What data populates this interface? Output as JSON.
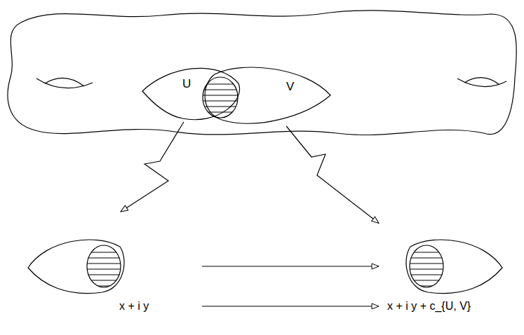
{
  "diagram": {
    "nodes": [
      {
        "text": [
          "U"
        ]
      },
      {
        "text": [
          "V"
        ]
      },
      {
        "text": [
          "x + i y"
        ]
      },
      {
        "text": [
          "x + i y + c_{U, V}"
        ]
      }
    ],
    "edges": [
      {
        "from": 0,
        "to": 2,
        "arrow": "to"
      },
      {
        "from": 1,
        "to": 3,
        "arrow": "to"
      },
      {
        "from": 2,
        "to": 3,
        "arrow": "to"
      },
      {
        "from": 2,
        "to": 3,
        "arrow": "to"
      }
    ]
  }
}
